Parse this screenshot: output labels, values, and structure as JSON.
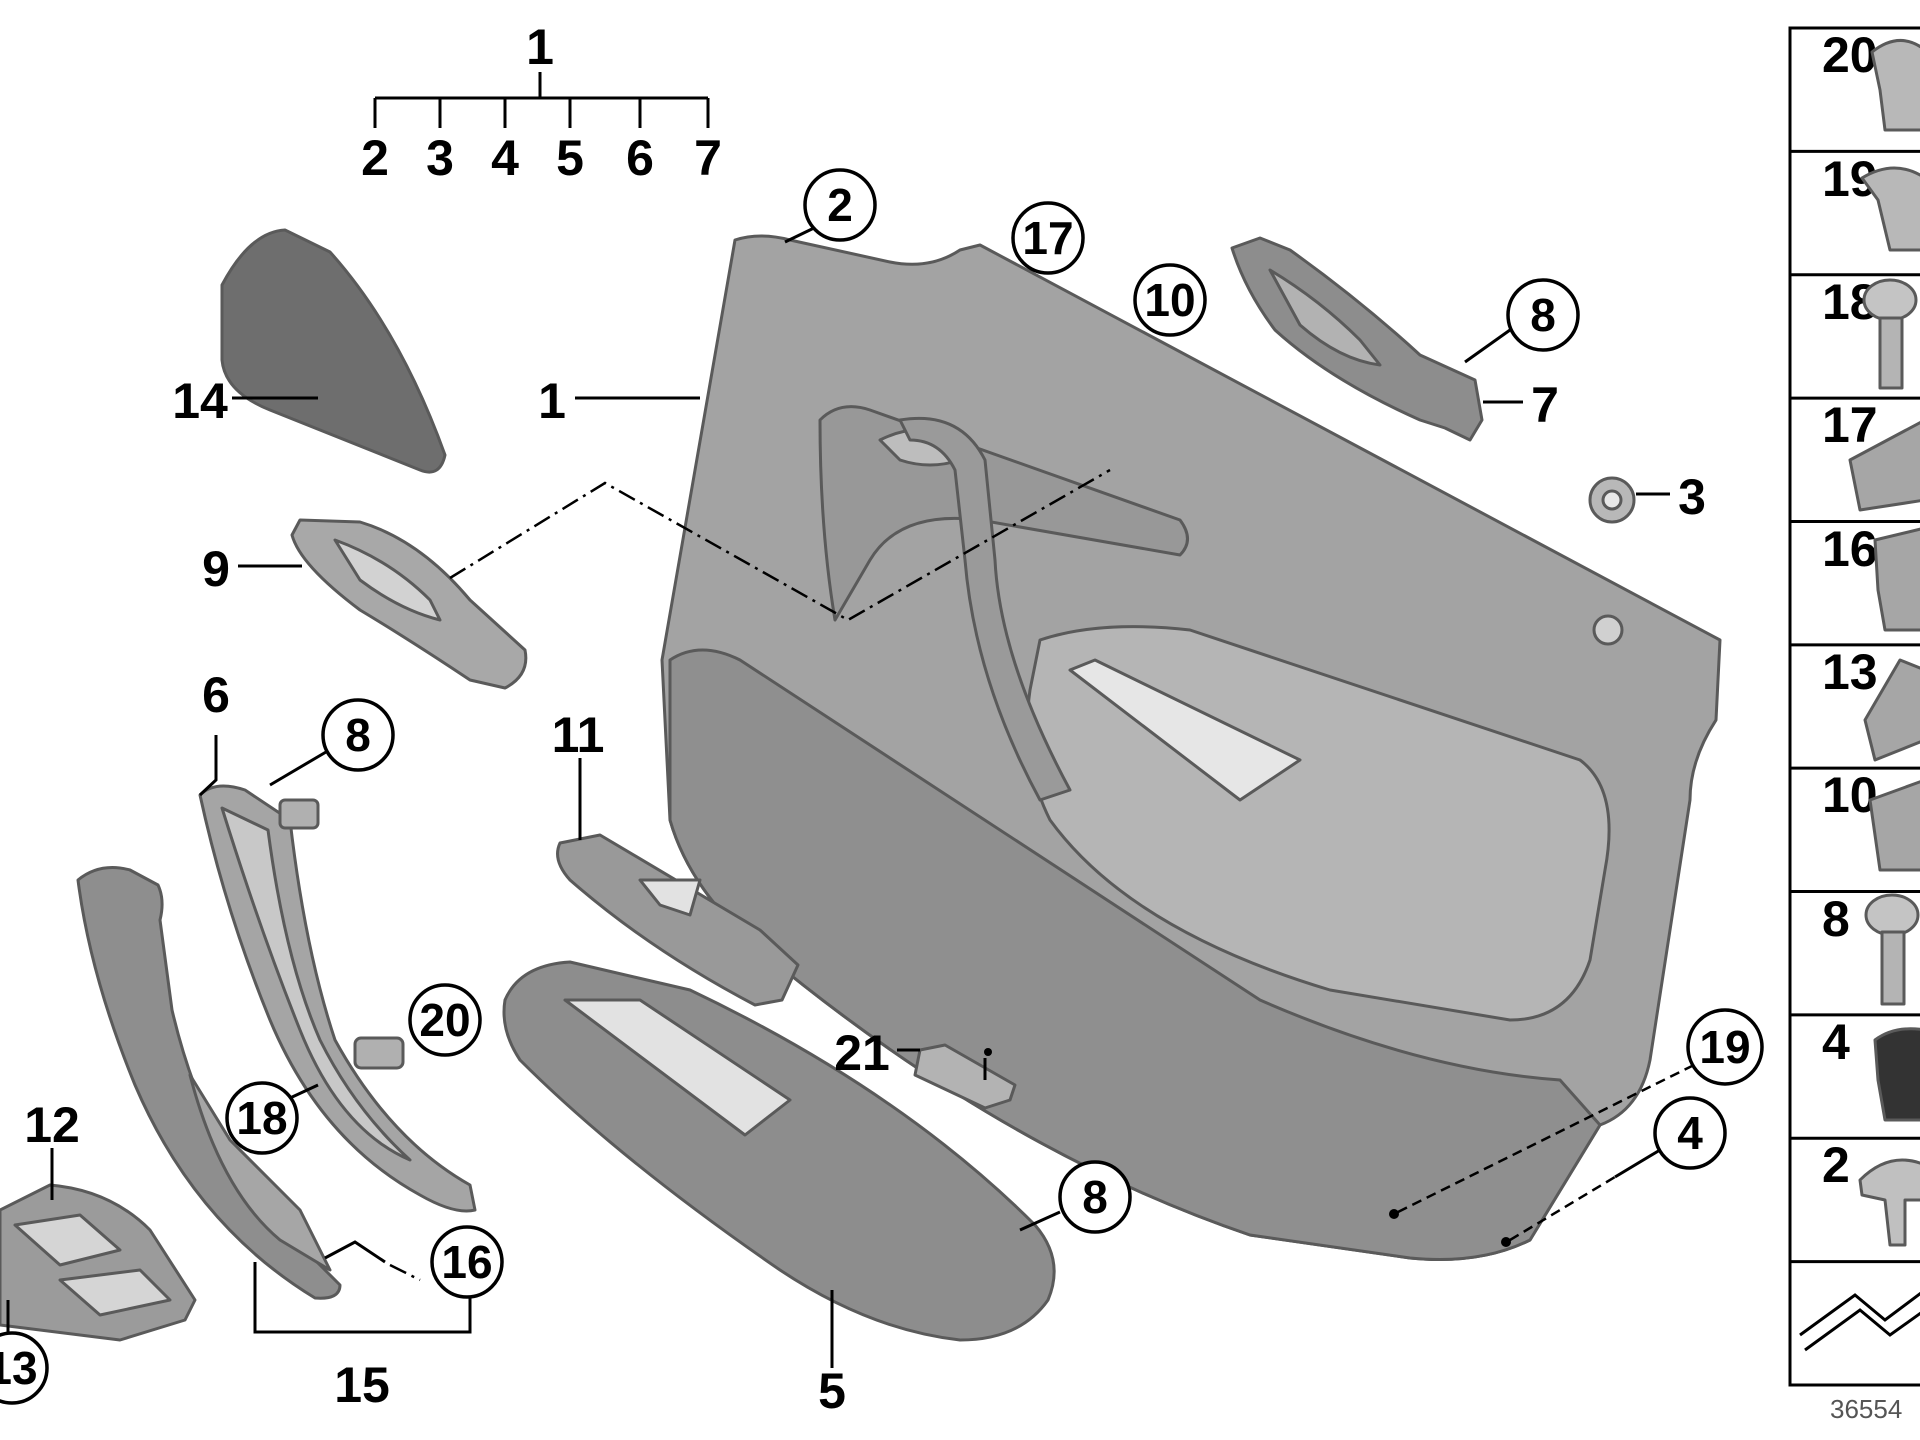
{
  "tree": {
    "parent": "1",
    "children": [
      "2",
      "3",
      "4",
      "5",
      "6",
      "7"
    ]
  },
  "callouts": {
    "c1": "1",
    "c2": "2",
    "c3": "3",
    "c4": "4",
    "c5": "5",
    "c6": "6",
    "c7": "7",
    "c8a": "8",
    "c8b": "8",
    "c8c": "8",
    "c9": "9",
    "c10": "10",
    "c11": "11",
    "c12": "12",
    "c13": "13",
    "c14": "14",
    "c15": "15",
    "c16": "16",
    "c17": "17",
    "c18": "18",
    "c19": "19",
    "c20": "20",
    "c21": "21"
  },
  "fastener_table": [
    "20",
    "19",
    "18",
    "17",
    "16",
    "13",
    "10",
    "8",
    "4",
    "2"
  ],
  "ref_number": "36554",
  "colors": {
    "part_fill": "#a4a4a4",
    "part_dark": "#8c8c8c",
    "line": "#000000"
  }
}
